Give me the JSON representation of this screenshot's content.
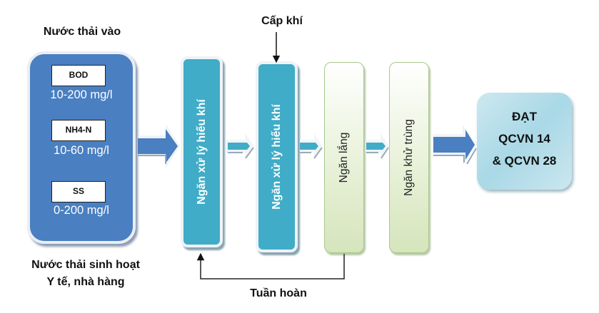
{
  "diagram": {
    "input_title": "Nước thải vào",
    "input_source_line1": "Nước thải sinh hoạt",
    "input_source_line2": "Y tế, nhà hàng",
    "parameters": [
      {
        "name": "BOD",
        "value": "10-200 mg/l"
      },
      {
        "name": "NH4-N",
        "value": "10-60 mg/l"
      },
      {
        "name": "SS",
        "value": "0-200 mg/l"
      }
    ],
    "stages": [
      {
        "label": "Ngăn xử lý hiếu khí"
      },
      {
        "label": "Ngăn xử lý hiếu khí"
      },
      {
        "label": "Ngăn lắng"
      },
      {
        "label": "Ngăn khử trùng"
      }
    ],
    "air_supply_label": "Cấp khí",
    "recirculation_label": "Tuần hoàn",
    "output": {
      "line1": "ĐẠT",
      "line2": "QCVN 14",
      "line3": "& QCVN 28"
    },
    "colors": {
      "input_fill": "#4a7fc1",
      "aerobic_fill": "#40acc8",
      "settling_fill": "#d5e5bc",
      "output_fill": "#a9d8e6",
      "big_arrow": "#4a7fc1",
      "small_arrow": "#40acc8"
    }
  }
}
